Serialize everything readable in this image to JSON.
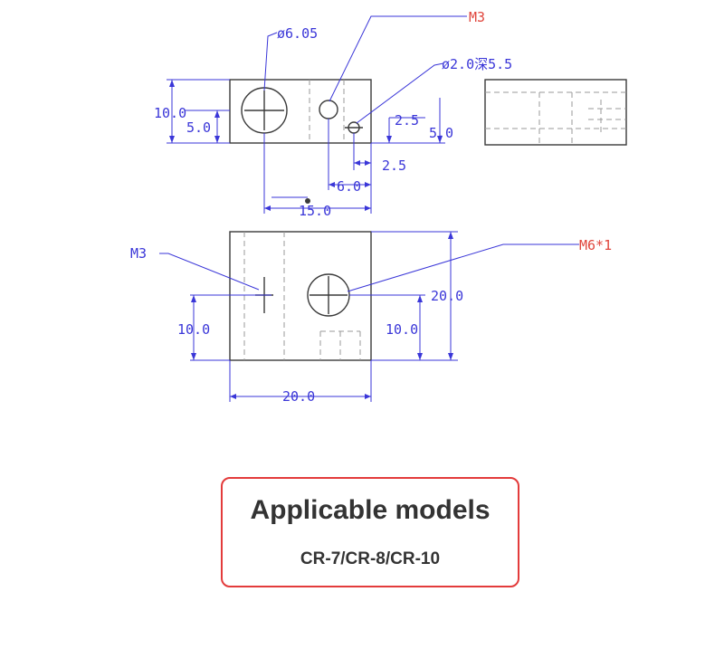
{
  "drawing": {
    "labels": {
      "m3_top": "M3",
      "hole_6_05": "ø6.05",
      "hole_2_0": "ø2.0深5.5",
      "dim_10_0_left": "10.0",
      "dim_5_0_left": "5.0",
      "dim_2_5_upper": "2.5",
      "dim_5_0_right": "5.0",
      "dim_2_5_lower": "2.5",
      "dim_6_0": "6.0",
      "dim_15_0": "15.0",
      "m3_bottom": "M3",
      "m6": "M6*1",
      "dim_20_0_right": "20.0",
      "dim_10_0_bl": "10.0",
      "dim_10_0_br": "10.0",
      "dim_20_0_bottom": "20.0"
    }
  },
  "models": {
    "title": "Applicable models",
    "list": "CR-7/CR-8/CR-10"
  },
  "colors": {
    "dimension": "#3a36d8",
    "callout_red": "#e0453c",
    "box_border": "#e33b3b",
    "text": "#333333"
  }
}
